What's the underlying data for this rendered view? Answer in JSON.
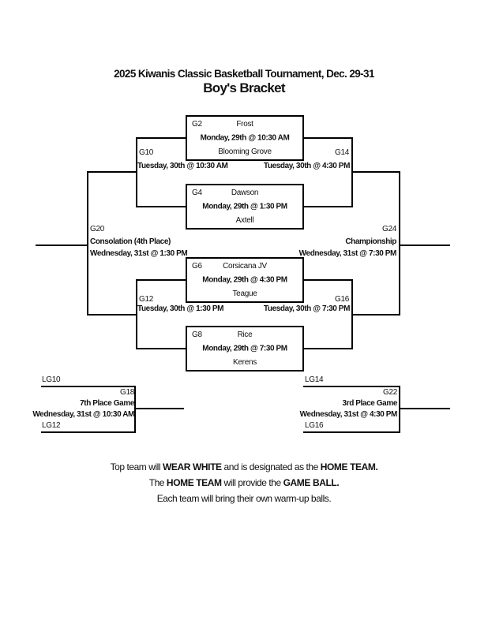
{
  "page": {
    "title": "2025 Kiwanis Classic Basketball Tournament, Dec. 29-31",
    "subtitle": "Boy's Bracket"
  },
  "colors": {
    "line": "#000000",
    "text": "#111111",
    "background": "#ffffff"
  },
  "first_round": [
    {
      "id": "G2",
      "top_team": "Frost",
      "datetime": "Monday, 29th @ 10:30 AM",
      "bottom_team": "Blooming Grove"
    },
    {
      "id": "G4",
      "top_team": "Dawson",
      "datetime": "Monday, 29th @ 1:30 PM",
      "bottom_team": "Axtell"
    },
    {
      "id": "G6",
      "top_team": "Corsicana JV",
      "datetime": "Monday, 29th @ 4:30 PM",
      "bottom_team": "Teague"
    },
    {
      "id": "G8",
      "top_team": "Rice",
      "datetime": "Monday, 29th @ 7:30 PM",
      "bottom_team": "Kerens"
    }
  ],
  "semifinals": {
    "g10": {
      "id": "G10",
      "datetime": "Tuesday, 30th @ 10:30 AM"
    },
    "g14": {
      "id": "G14",
      "datetime": "Tuesday, 30th @ 4:30 PM"
    },
    "g12": {
      "id": "G12",
      "datetime": "Tuesday, 30th @ 1:30 PM"
    },
    "g16": {
      "id": "G16",
      "datetime": "Tuesday, 30th @ 7:30 PM"
    }
  },
  "finals": {
    "g20": {
      "id": "G20",
      "label": "Consolation (4th Place)",
      "datetime": "Wednesday, 31st @ 1:30 PM"
    },
    "g24": {
      "id": "G24",
      "label": "Championship",
      "datetime": "Wednesday, 31st @ 7:30 PM"
    }
  },
  "placement": {
    "g18": {
      "id": "G18",
      "label": "7th Place Game",
      "datetime": "Wednesday, 31st @ 10:30 AM",
      "feeder_top": "LG10",
      "feeder_bottom": "LG12"
    },
    "g22": {
      "id": "G22",
      "label": "3rd Place Game",
      "datetime": "Wednesday, 31st @ 4:30 PM",
      "feeder_top": "LG14",
      "feeder_bottom": "LG16"
    }
  },
  "footer": {
    "l1_1": "Top team will",
    "l1_2": "WEAR WHITE",
    "l1_3": "and is designated as the",
    "l1_4": "HOME TEAM.",
    "l2_1": "The",
    "l2_2": "HOME TEAM",
    "l2_3": "will provide the",
    "l2_4": "GAME BALL.",
    "l3": "Each team will bring their own warm-up balls."
  }
}
